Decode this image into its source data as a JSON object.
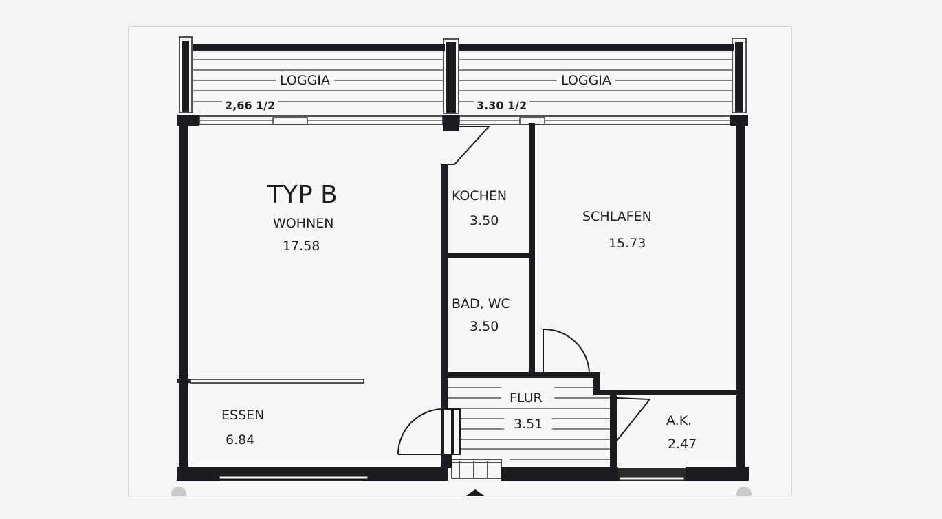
{
  "plan": {
    "title": "TYP B",
    "loggias": [
      {
        "label": "LOGGIA",
        "dimension": "2,66  1/2"
      },
      {
        "label": "LOGGIA",
        "dimension": "3.30  1/2"
      }
    ],
    "rooms": [
      {
        "name": "WOHNEN",
        "area": "17.58"
      },
      {
        "name": "KOCHEN",
        "area": "3.50"
      },
      {
        "name": "SCHLAFEN",
        "area": "15.73"
      },
      {
        "name": "BAD, WC",
        "area": "3.50"
      },
      {
        "name": "FLUR",
        "area": "3.51"
      },
      {
        "name": "ESSEN",
        "area": "6.84"
      },
      {
        "name": "A.K.",
        "area": "2.47"
      }
    ],
    "colors": {
      "wall": "#1b1c1f",
      "paper": "#f7f7f7",
      "background": "#f4f4f4",
      "hatch": "#3a3a3a"
    }
  }
}
